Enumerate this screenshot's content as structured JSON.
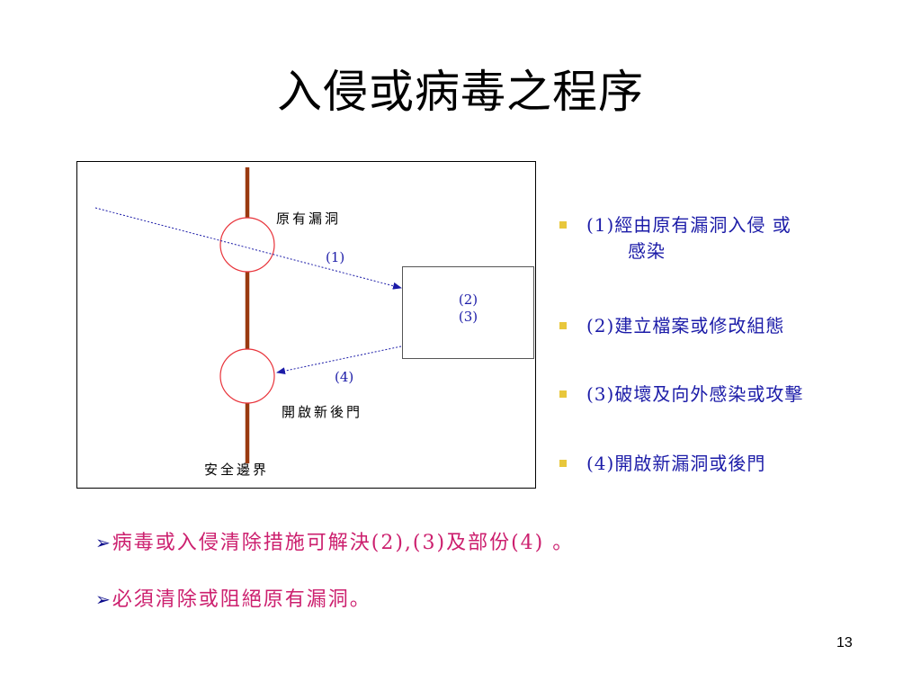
{
  "slide": {
    "title": "入侵或病毒之程序",
    "page_number": "13"
  },
  "diagram": {
    "label_existing_hole": "原有漏洞",
    "label_new_backdoor": "開啟新後門",
    "label_security_boundary": "安全邊界",
    "step_1": "(1)",
    "step_2": "(2)",
    "step_3": "(3)",
    "step_4": "(4)",
    "colors": {
      "boundary_line": "#9a3a10",
      "circle": "#e8333a",
      "arrow": "#1c1ca8"
    }
  },
  "bullets": [
    {
      "num": "(1)",
      "text": "經由原有漏洞入侵 或",
      "cont": "感染"
    },
    {
      "num": "(2)",
      "text": "建立檔案或修改組態"
    },
    {
      "num": "(3)",
      "text": "破壞及向外感染或攻擊"
    },
    {
      "num": "(4)",
      "text": "開啟新漏洞或後門"
    }
  ],
  "notes": [
    {
      "arrow": "➢",
      "text": "病毒或入侵清除措施可解決(2),(3)及部份(4) 。"
    },
    {
      "arrow": "➢",
      "text": "必須清除或阻絕原有漏洞。"
    }
  ]
}
